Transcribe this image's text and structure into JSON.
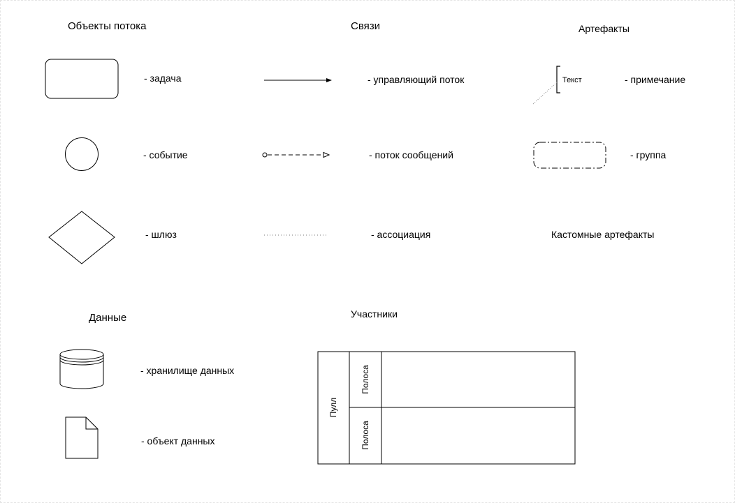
{
  "headings": {
    "flow_objects": "Объекты потока",
    "connections": "Связи",
    "artifacts": "Артефакты",
    "data": "Данные",
    "participants": "Участники"
  },
  "flow_objects": {
    "task": "- задача",
    "event": "- событие",
    "gateway": "- шлюз"
  },
  "connections": {
    "sequence_flow": "- управляющий поток",
    "message_flow": "- поток сообщений",
    "association": "- ассоциация"
  },
  "artifacts": {
    "annotation_text": "Текст",
    "annotation": "- примечание",
    "group": "- группа",
    "custom": "Кастомные артефакты"
  },
  "data": {
    "data_store": "- хранилище данных",
    "data_object": "- объект данных"
  },
  "participants": {
    "pool": "Пулл",
    "lane1": "Полоса",
    "lane2": "Полоса"
  }
}
